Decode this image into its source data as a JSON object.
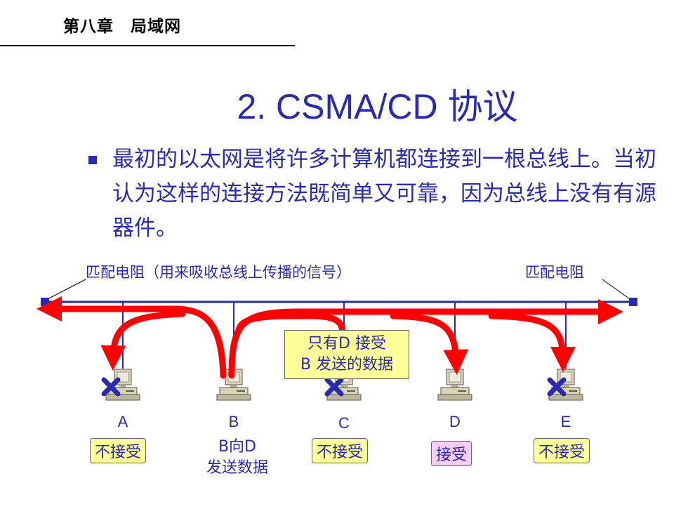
{
  "header": {
    "chapter": "第八章　局域网"
  },
  "slide": {
    "title": "2.  CSMA/CD 协议",
    "bullet": "最初的以太网是将许多计算机都连接到一根总线上。当初认为这样的连接方法既简单又可靠，因为总线上没有有源器件。"
  },
  "diagram": {
    "terminator_label_left": "匹配电阻（用来吸收总线上传播的信号）",
    "terminator_label_right": "匹配电阻",
    "callout": {
      "line1": "只有D 接受",
      "line2": "B 发送的数据"
    },
    "nodes": [
      {
        "id": "A",
        "status": "不接受",
        "rejected": true
      },
      {
        "id": "B",
        "caption_line1": "B向D",
        "caption_line2": "发送数据"
      },
      {
        "id": "C",
        "status": "不接受",
        "rejected": true
      },
      {
        "id": "D",
        "status": "接受",
        "rejected": false
      },
      {
        "id": "E",
        "status": "不接受",
        "rejected": true
      }
    ],
    "colors": {
      "bus": "#2a2ab0",
      "signal": "#ff0000",
      "reject_mark": "#2a2ab0",
      "status_bg": "#ffff99",
      "accept_bg": "#ffccff"
    }
  }
}
